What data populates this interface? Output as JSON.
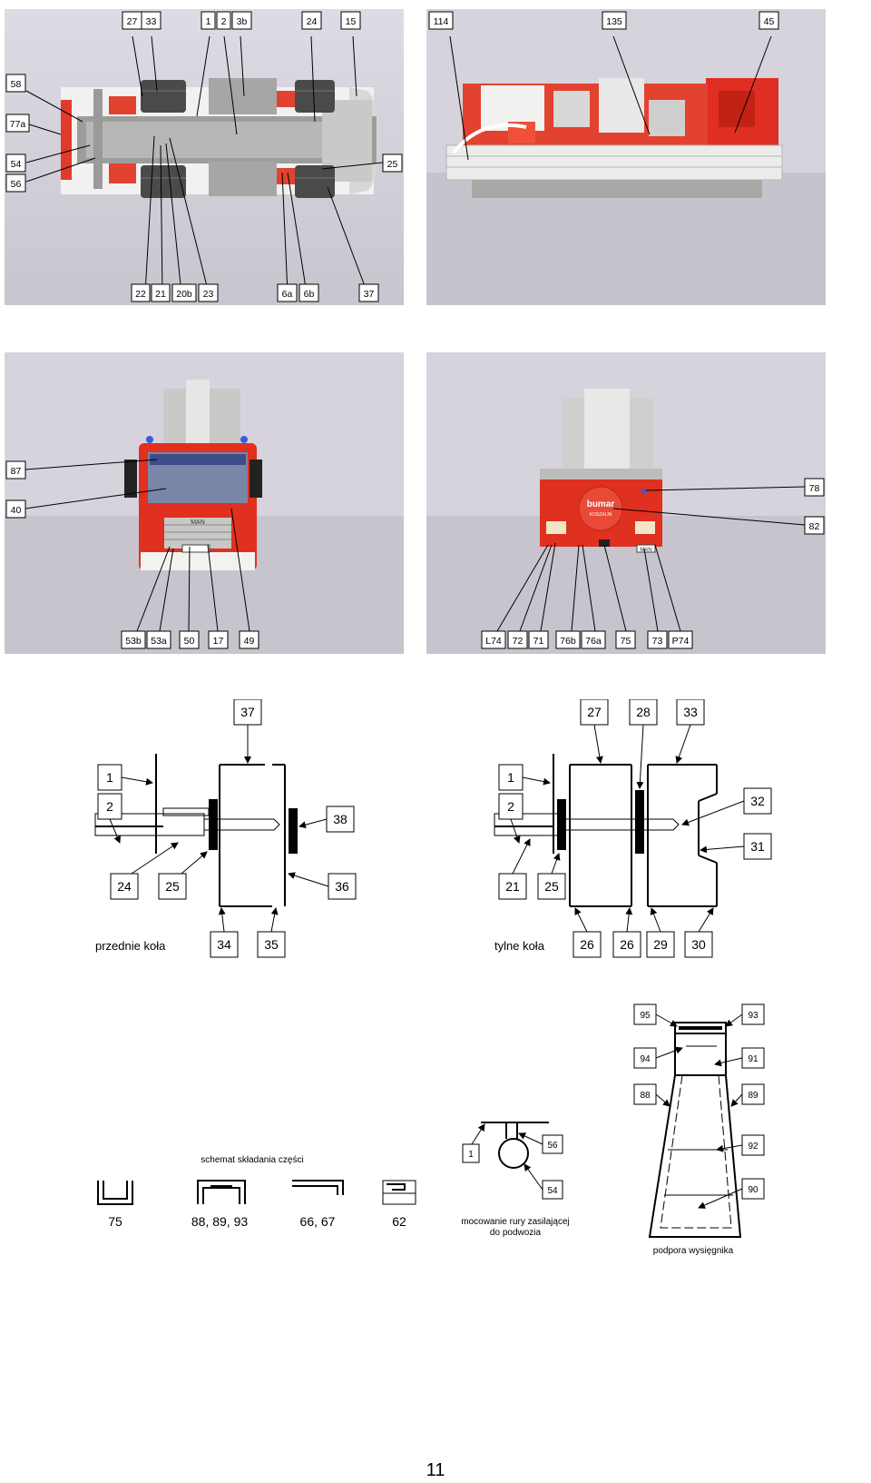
{
  "photos": {
    "top_view": {
      "labels_top": [
        "27",
        "33",
        "1",
        "2",
        "3b",
        "24",
        "15"
      ],
      "labels_left": [
        "58",
        "77a",
        "54",
        "56"
      ],
      "labels_bottom": [
        "22",
        "21",
        "20b",
        "23",
        "6a",
        "6b",
        "37"
      ],
      "label_right": "25"
    },
    "side_view": {
      "labels": [
        "114",
        "135",
        "45"
      ]
    },
    "front_view": {
      "labels_left": [
        "87",
        "40"
      ],
      "labels_bottom": [
        "53b",
        "53a",
        "50",
        "17",
        "49"
      ]
    },
    "rear_view": {
      "labels_right": [
        "78",
        "82"
      ],
      "labels_bottom": [
        "L74",
        "72",
        "71",
        "76b",
        "76a",
        "75",
        "73",
        "P74"
      ],
      "sign_line1": "bumar",
      "sign_line2": "KOSZALIN",
      "brand": "MAN"
    },
    "front_grille_brand": "MAN"
  },
  "wheel_diagrams": {
    "front": {
      "caption": "przednie koła",
      "labels": {
        "l37": "37",
        "l1": "1",
        "l2": "2",
        "l38": "38",
        "l24": "24",
        "l25": "25",
        "l36": "36",
        "l34": "34",
        "l35": "35"
      }
    },
    "rear": {
      "caption": "tylne koła",
      "labels": {
        "l27": "27",
        "l28": "28",
        "l33": "33",
        "l1": "1",
        "l2": "2",
        "l32": "32",
        "l31": "31",
        "l21": "21",
        "l25": "25",
        "l26a": "26",
        "l26b": "26",
        "l29": "29",
        "l30": "30"
      }
    }
  },
  "assembly": {
    "title": "schemat składania części",
    "items": [
      "75",
      "88, 89, 93",
      "66, 67",
      "62"
    ]
  },
  "pipe_mount": {
    "caption_line1": "mocowanie rury zasilającej",
    "caption_line2": "do podwozia",
    "labels": {
      "l1": "1",
      "l56": "56",
      "l54": "54"
    }
  },
  "boom_support": {
    "caption": "podpora wysięgnika",
    "labels": {
      "l95": "95",
      "l93": "93",
      "l94": "94",
      "l91": "91",
      "l88": "88",
      "l89": "89",
      "l92": "92",
      "l90": "90"
    }
  },
  "page_number": "11"
}
